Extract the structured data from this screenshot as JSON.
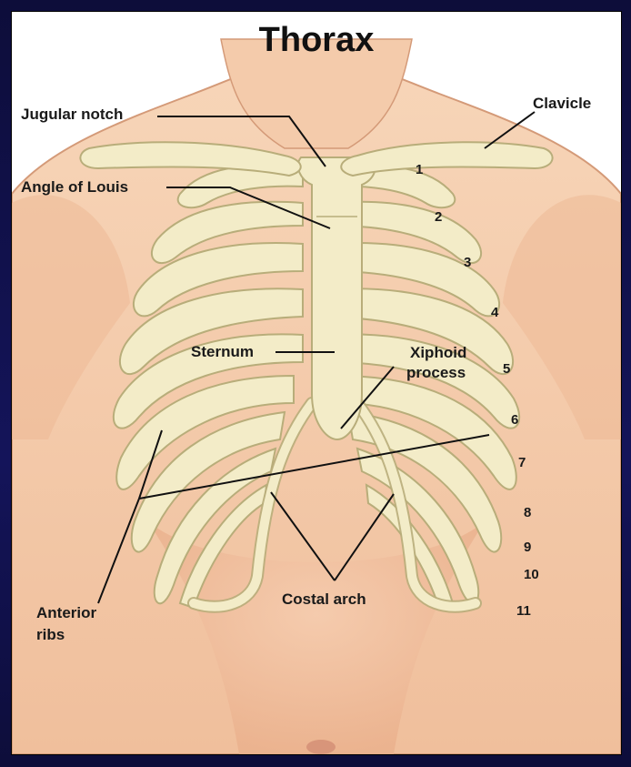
{
  "title": "Thorax",
  "labels": {
    "jugular_notch": "Jugular notch",
    "clavicle": "Clavicle",
    "angle_of_louis": "Angle of Louis",
    "sternum": "Sternum",
    "xiphoid_line1": "Xiphoid",
    "xiphoid_line2": "process",
    "costal_arch": "Costal arch",
    "anterior_ribs_line1": "Anterior",
    "anterior_ribs_line2": "ribs"
  },
  "rib_numbers": [
    "1",
    "2",
    "3",
    "4",
    "5",
    "6",
    "7",
    "8",
    "9",
    "10",
    "11"
  ],
  "colors": {
    "skin": "#f4c9a8",
    "skin_shadow": "#e8a884",
    "bone": "#f3ecc8",
    "bone_outline": "#b8ad7a",
    "frame": "#14145a"
  }
}
